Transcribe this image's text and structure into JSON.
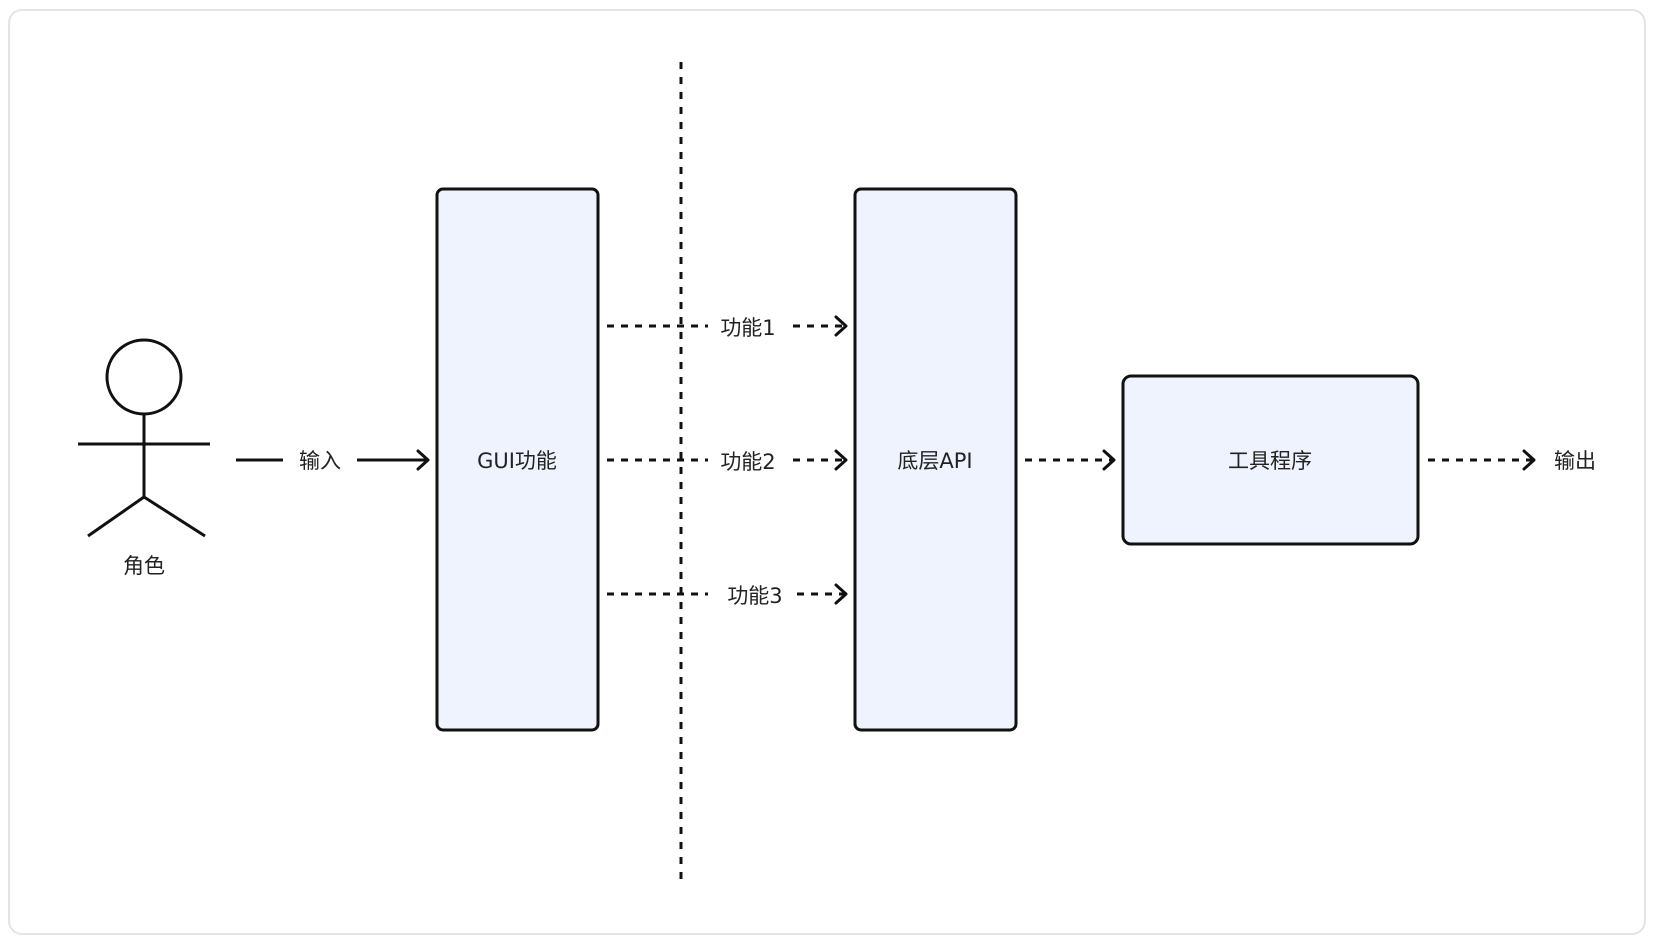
{
  "diagram": {
    "actor": {
      "label": "角色"
    },
    "edges": {
      "input": "输入",
      "func1": "功能1",
      "func2": "功能2",
      "func3": "功能3",
      "output": "输出"
    },
    "nodes": {
      "gui": "GUI功能",
      "api": "底层API",
      "tool": "工具程序"
    },
    "colors": {
      "box_fill": "#eef3fd",
      "stroke": "#111111"
    }
  }
}
